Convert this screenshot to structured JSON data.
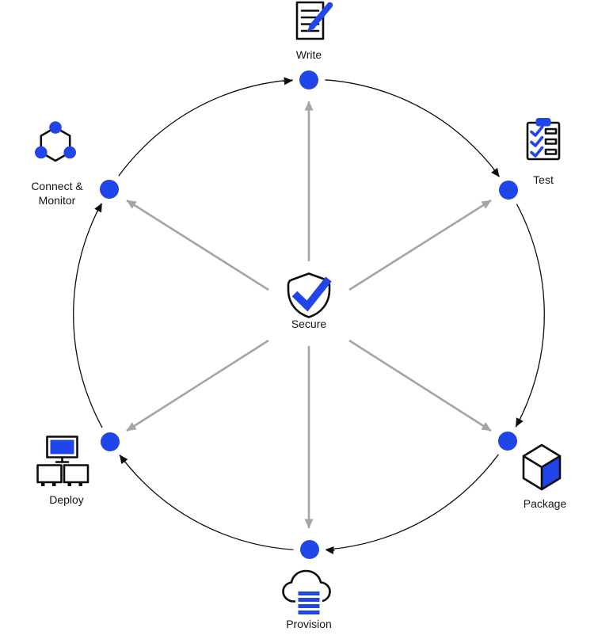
{
  "diagram": {
    "type": "cycle-diagram",
    "flow_direction": "clockwise",
    "center": {
      "label": "Secure",
      "icon": "shield-check-icon"
    },
    "stages": [
      {
        "label": "Write",
        "icon": "document-pen-icon",
        "position": "top"
      },
      {
        "label": "Test",
        "icon": "checklist-icon",
        "position": "upper-right"
      },
      {
        "label": "Package",
        "icon": "cube-icon",
        "position": "lower-right"
      },
      {
        "label": "Provision",
        "icon": "cloud-stack-icon",
        "position": "bottom"
      },
      {
        "label": "Deploy",
        "icon": "monitor-network-icon",
        "position": "lower-left"
      },
      {
        "label": "Connect & Monitor",
        "lines": [
          "Connect &",
          "Monitor"
        ],
        "icon": "hexagon-cluster-icon",
        "position": "upper-left"
      }
    ],
    "colors": {
      "accent_blue": "#2045e8",
      "arrow_gray": "#a5a5a5",
      "line_black": "#0d0d0d",
      "label_text": "#151515",
      "node_ring": "#ffffff"
    }
  }
}
